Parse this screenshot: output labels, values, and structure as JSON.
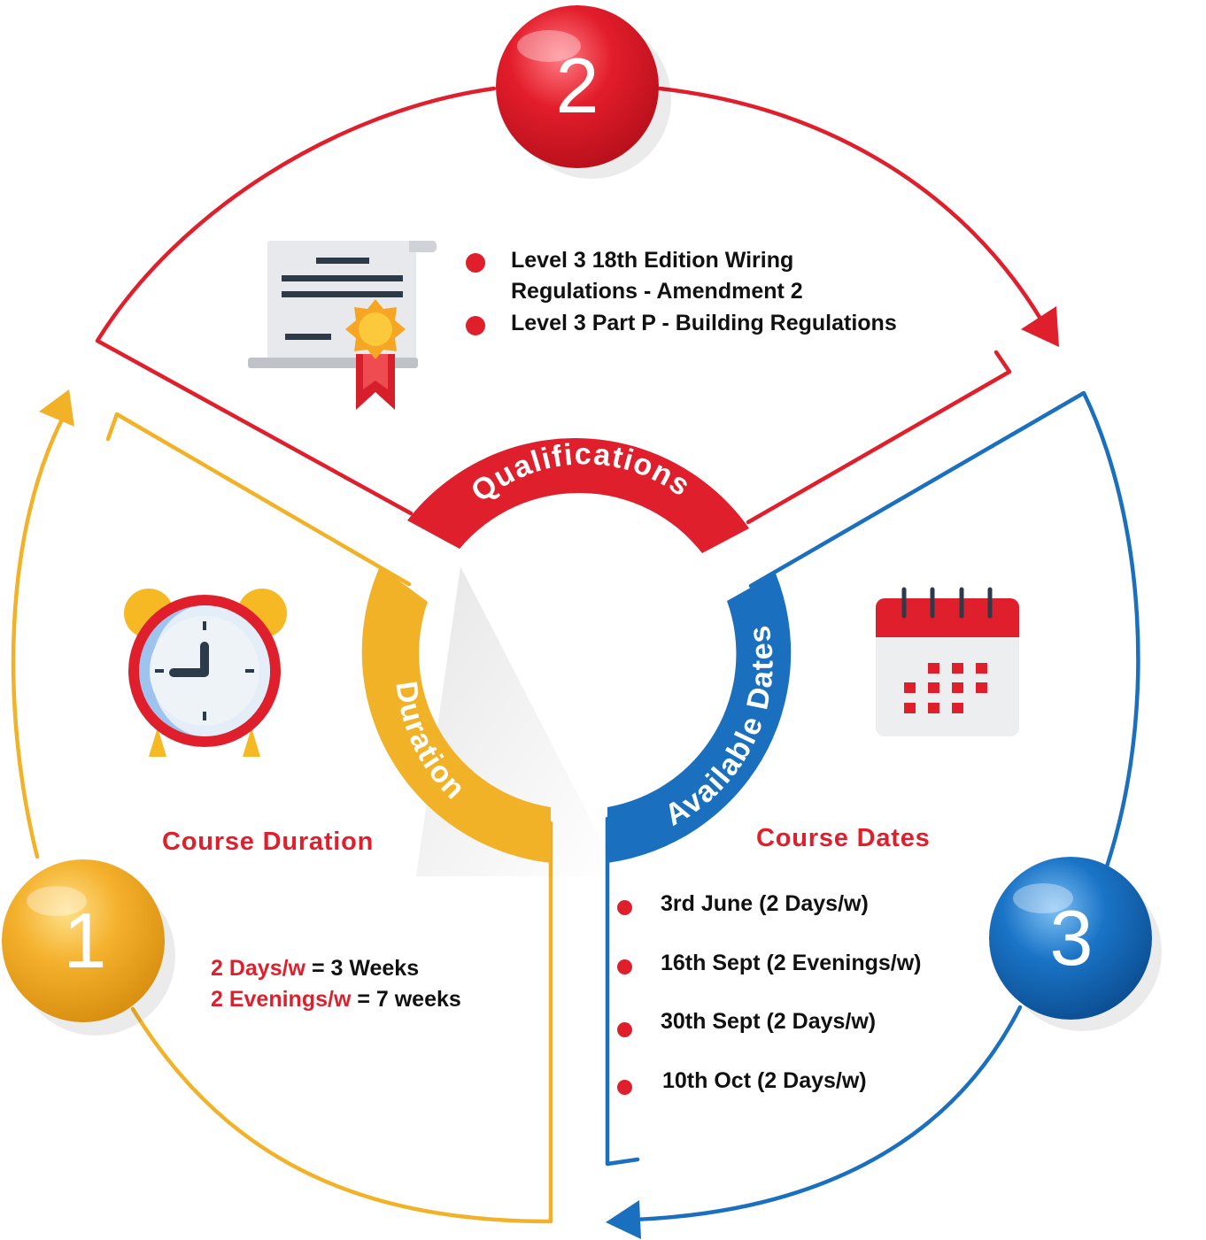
{
  "center": {
    "qualifications_label": "Qualifications",
    "duration_label": "Duration",
    "available_dates_label": "Available Dates"
  },
  "steps": {
    "one": "1",
    "two": "2",
    "three": "3"
  },
  "qualifications": {
    "items": [
      {
        "line1": "Level 3 18th Edition Wiring",
        "line2": "Regulations - Amendment 2"
      },
      {
        "line1": "Level 3 Part P - Building Regulations"
      }
    ]
  },
  "duration": {
    "heading": "Course Duration",
    "rows": [
      {
        "highlight": "2 Days/w",
        "rest": " = 3 Weeks"
      },
      {
        "highlight": "2 Evenings/w",
        "rest": " = 7 weeks"
      }
    ]
  },
  "dates": {
    "heading": "Course Dates",
    "items": [
      "3rd June (2 Days/w)",
      "16th Sept (2 Evenings/w)",
      "30th Sept (2 Days/w)",
      "10th Oct (2 Days/w)"
    ]
  },
  "colors": {
    "red": "#e01f2c",
    "yellow": "#f2b228",
    "blue": "#1a6fbe",
    "text": "#111111"
  },
  "icons": [
    "certificate-icon",
    "alarm-clock-icon",
    "calendar-icon"
  ]
}
